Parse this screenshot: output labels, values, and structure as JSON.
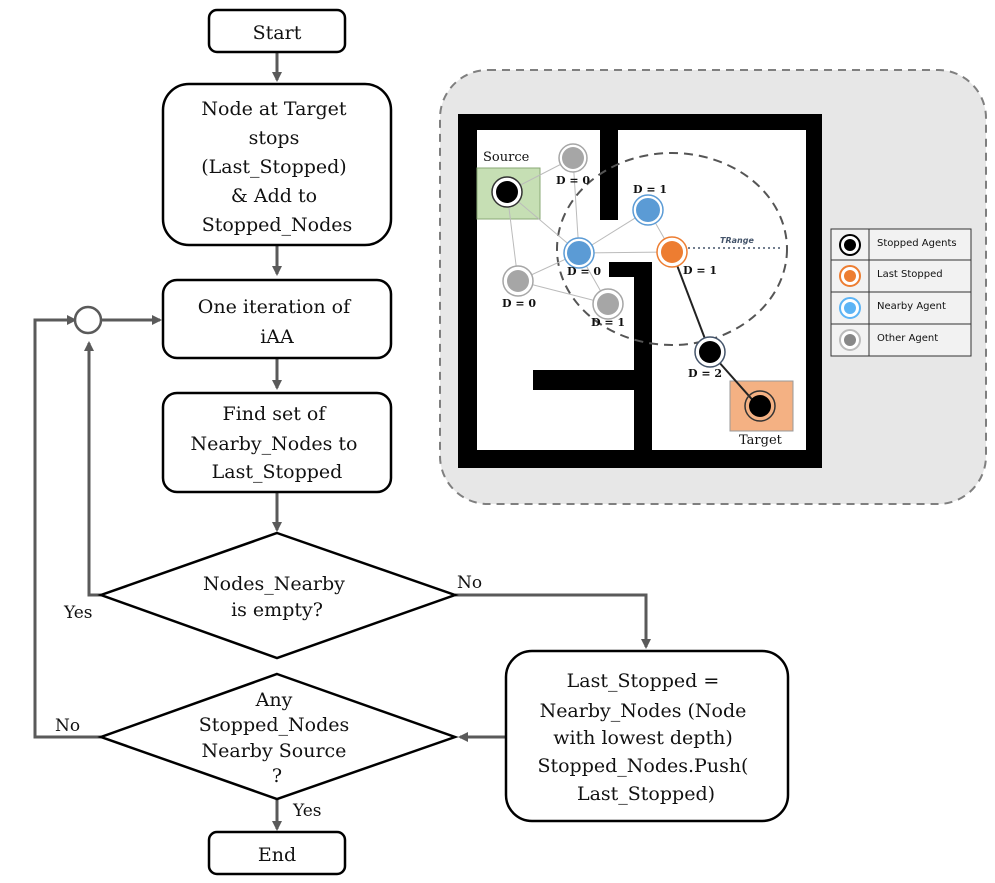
{
  "flowchart": {
    "start": "Start",
    "step1": [
      "Node at Target",
      "stops",
      "(Last_Stopped)",
      "& Add to",
      "Stopped_Nodes"
    ],
    "step2": [
      "One iteration of",
      "iAA"
    ],
    "step3": [
      "Find set of",
      "Nearby_Nodes  to",
      "Last_Stopped"
    ],
    "decision1": [
      "Nodes_Nearby",
      "is empty?"
    ],
    "decision1_yes": "Yes",
    "decision1_no": "No",
    "step4": [
      "Last_Stopped =",
      "Nearby_Nodes (Node",
      "with lowest depth)",
      "Stopped_Nodes.Push(",
      "Last_Stopped)"
    ],
    "decision2": [
      "Any",
      "Stopped_Nodes",
      "Nearby Source",
      "?"
    ],
    "decision2_yes": "Yes",
    "decision2_no": "No",
    "end": "End"
  },
  "map": {
    "source_label": "Source",
    "target_label": "Target",
    "range_label": "TRange",
    "nodes": [
      {
        "type": "stopped",
        "depth": "",
        "role": "source"
      },
      {
        "type": "other",
        "depth": "D = 0"
      },
      {
        "type": "nearby",
        "depth": "D = 1"
      },
      {
        "type": "nearby",
        "depth": "D = 0"
      },
      {
        "type": "last",
        "depth": "D = 1"
      },
      {
        "type": "other",
        "depth": "D = 0"
      },
      {
        "type": "other",
        "depth": "D = 1"
      },
      {
        "type": "stopped",
        "depth": "D = 2"
      },
      {
        "type": "stopped",
        "depth": "",
        "role": "target"
      }
    ],
    "colors": {
      "source_fill": "#c6dfb4",
      "target_fill": "#f4b183",
      "stopped": "#000000",
      "last": "#ed7d31",
      "nearby": "#5b9bd5",
      "other": "#a6a6a6",
      "panel": "#e7e7e7"
    }
  },
  "legend": {
    "items": [
      {
        "label": "Stopped Agents",
        "type": "stopped"
      },
      {
        "label": "Last Stopped",
        "type": "last"
      },
      {
        "label": "Nearby Agent",
        "type": "nearby"
      },
      {
        "label": "Other Agent",
        "type": "other"
      }
    ]
  }
}
